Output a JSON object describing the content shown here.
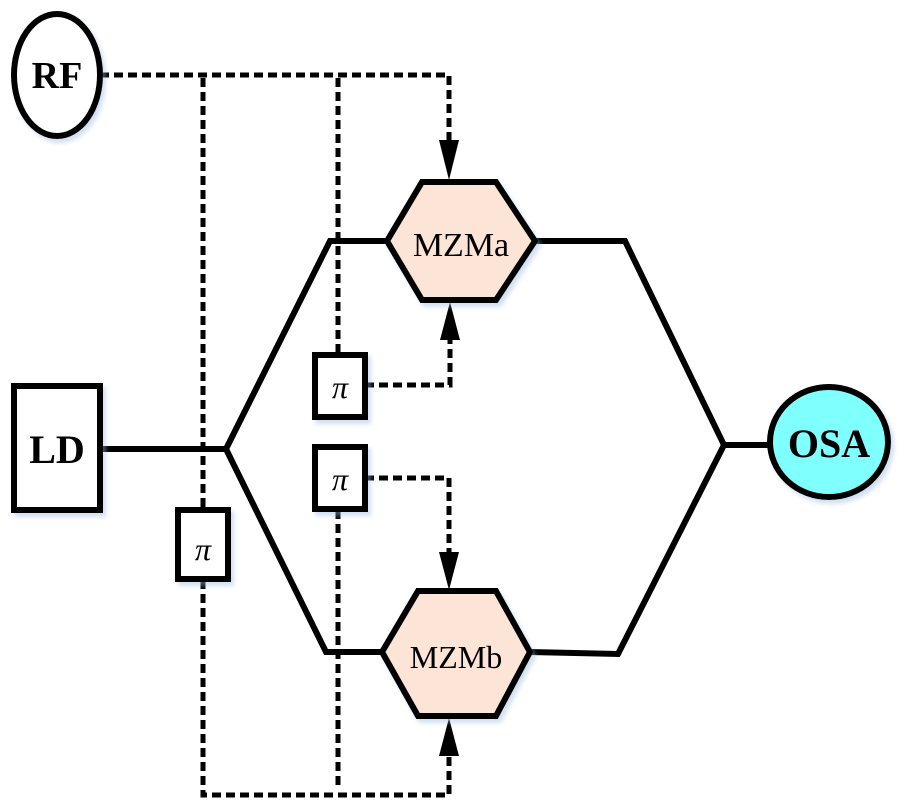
{
  "diagram": {
    "nodes": {
      "rf": {
        "label": "RF"
      },
      "ld": {
        "label": "LD"
      },
      "mzma": {
        "label": "MZMa"
      },
      "mzmb": {
        "label": "MZMb"
      },
      "osa": {
        "label": "OSA"
      },
      "phase_shifter_a": {
        "label": "π"
      },
      "phase_shifter_b": {
        "label": "π"
      },
      "phase_shifter_c": {
        "label": "π"
      }
    },
    "colors": {
      "mzm_fill": "#FCE4D6",
      "osa_fill": "#80FFFF",
      "line": "#000000"
    },
    "connections": [
      {
        "from": "LD",
        "to": "MZMa",
        "style": "optical-solid"
      },
      {
        "from": "LD",
        "to": "MZMb",
        "style": "optical-solid"
      },
      {
        "from": "MZMa",
        "to": "OSA",
        "style": "optical-solid"
      },
      {
        "from": "MZMb",
        "to": "OSA",
        "style": "optical-solid"
      },
      {
        "from": "RF",
        "to": "MZMa",
        "style": "electrical-dashed"
      },
      {
        "from": "RF",
        "to": "π (a)",
        "to_final": "MZMa",
        "style": "electrical-dashed"
      },
      {
        "from": "RF",
        "to": "π (b)",
        "to_final": "MZMb",
        "style": "electrical-dashed"
      },
      {
        "from": "RF",
        "to": "π (c)",
        "to_final": "MZMb",
        "style": "electrical-dashed"
      }
    ]
  }
}
